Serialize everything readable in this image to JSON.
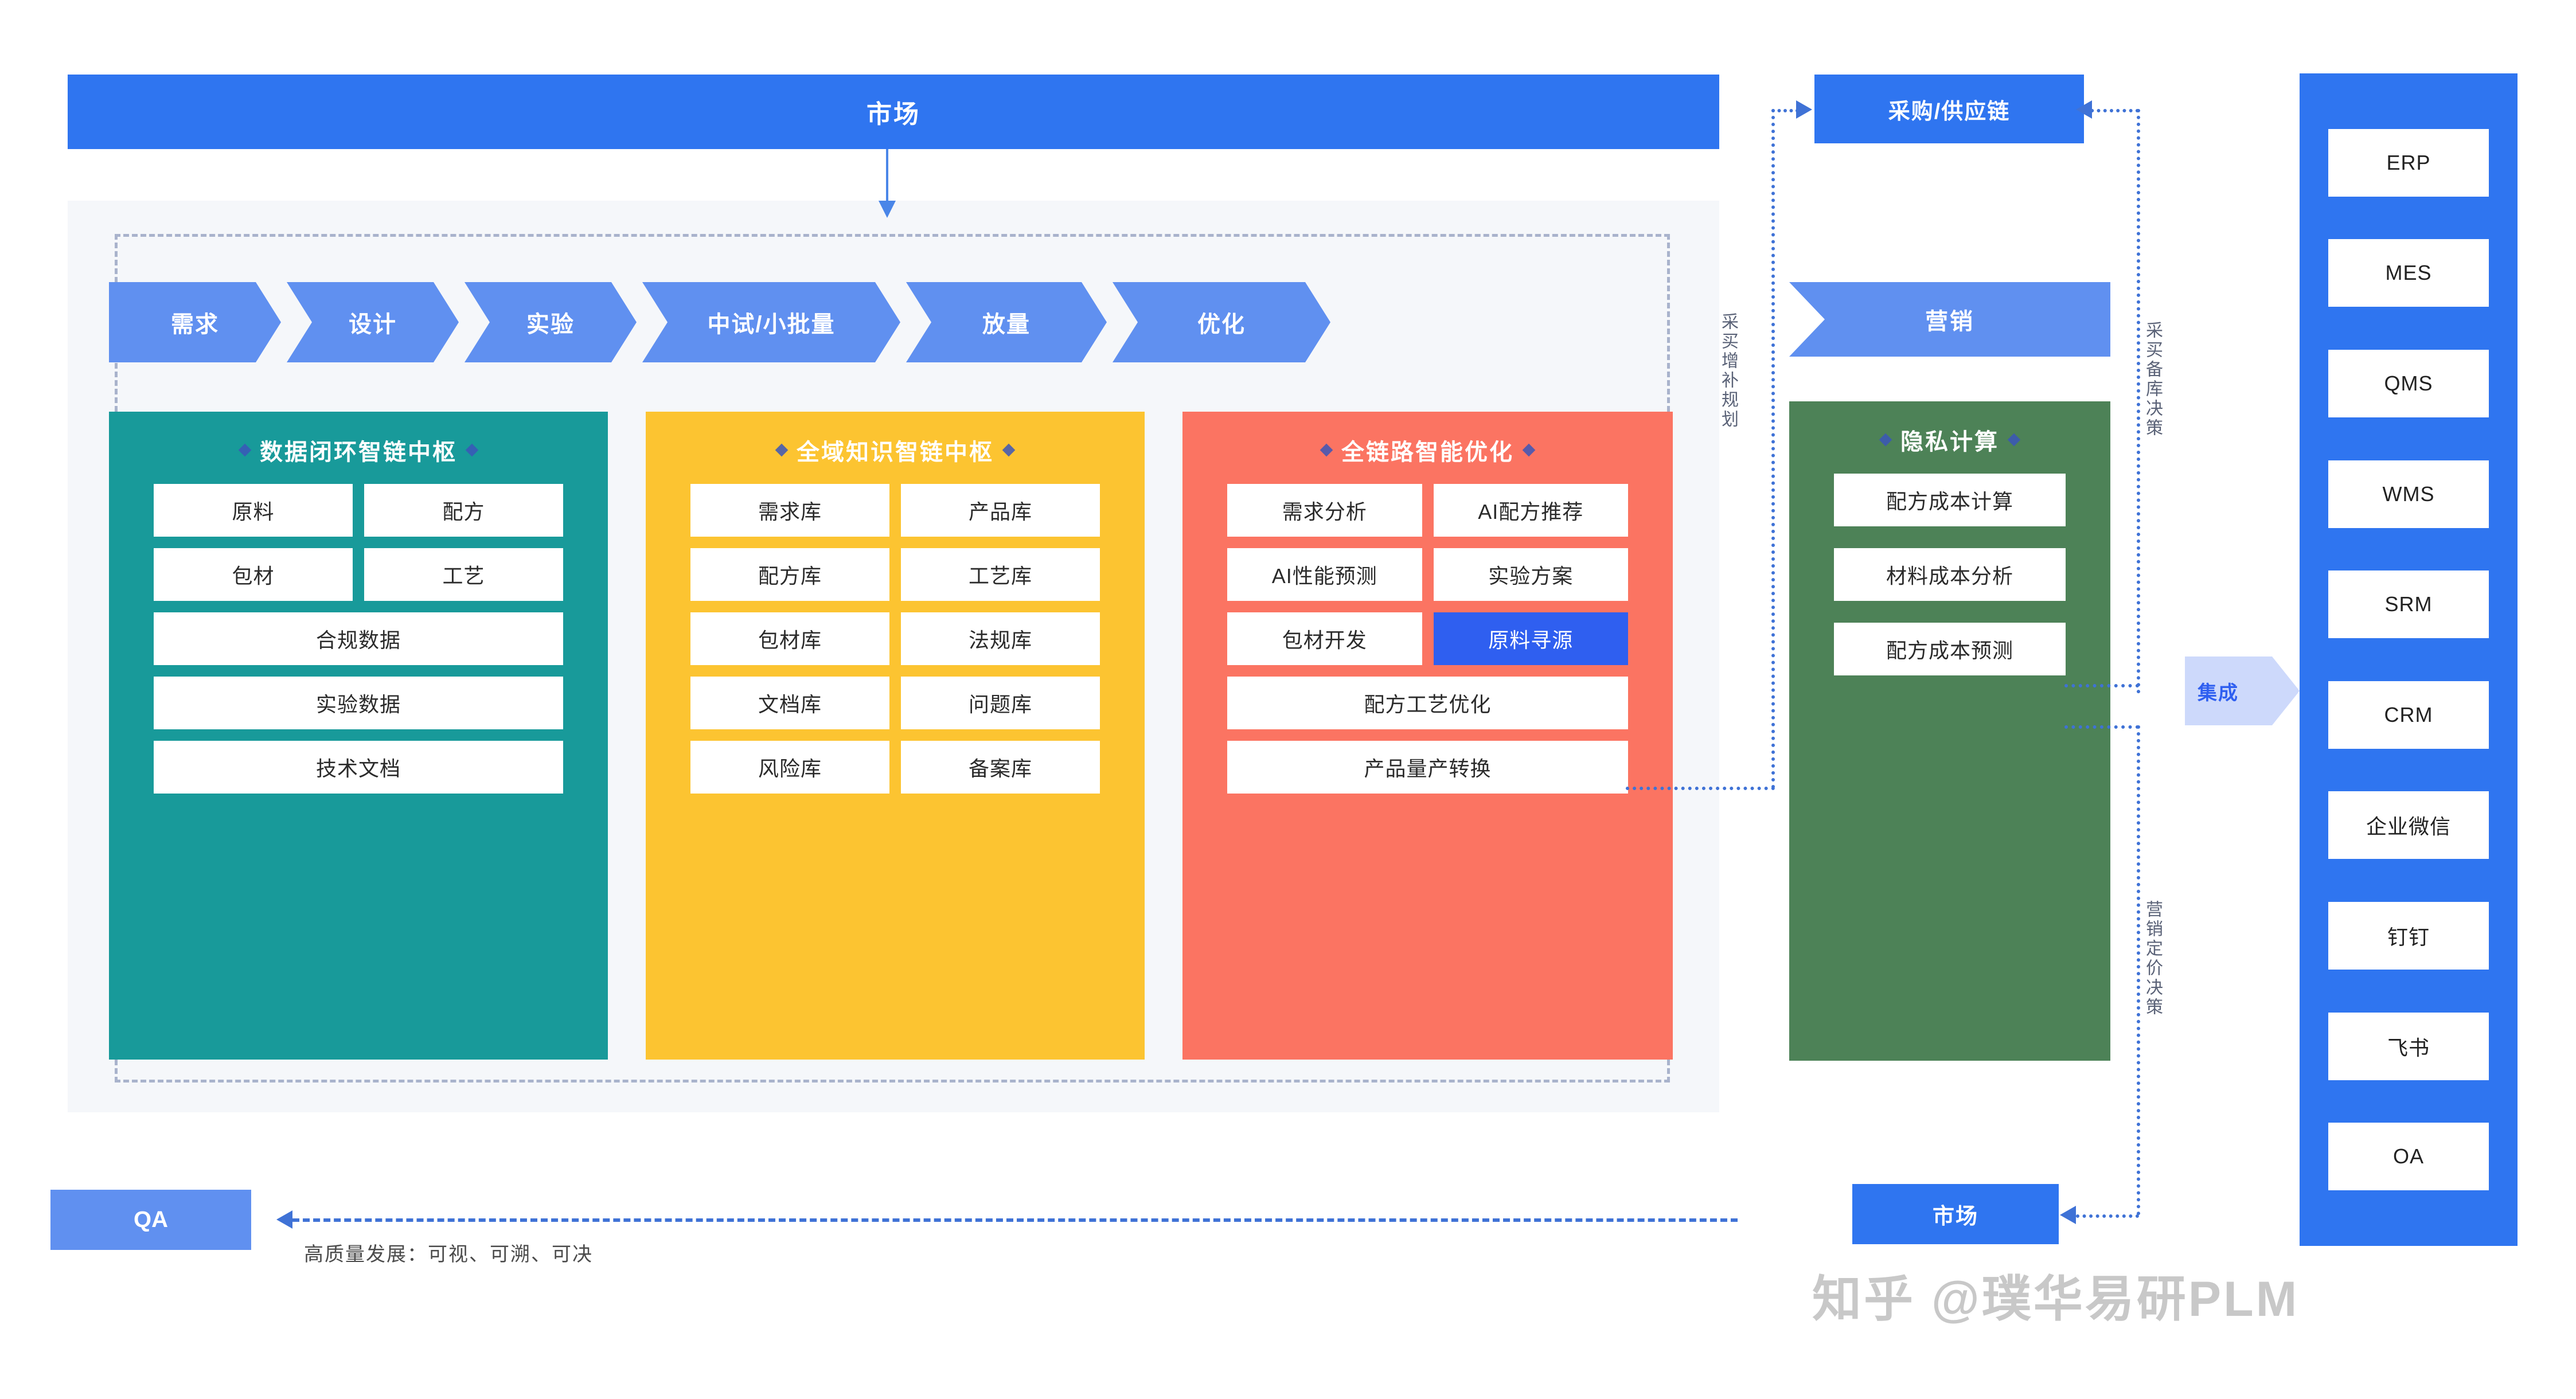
{
  "top": {
    "market_label": "市场",
    "purchase_label": "采购/供应链"
  },
  "stages": [
    {
      "label": "需求"
    },
    {
      "label": "设计"
    },
    {
      "label": "实验"
    },
    {
      "label": "中试/小批量"
    },
    {
      "label": "放量"
    },
    {
      "label": "优化"
    }
  ],
  "marketing_stage": {
    "label": "营销"
  },
  "panels": {
    "data_hub": {
      "title": "数据闭环智链中枢",
      "color": "#189a9a",
      "items": [
        {
          "label": "原料",
          "span": "half"
        },
        {
          "label": "配方",
          "span": "half"
        },
        {
          "label": "包材",
          "span": "half"
        },
        {
          "label": "工艺",
          "span": "half"
        },
        {
          "label": "合规数据",
          "span": "full"
        },
        {
          "label": "实验数据",
          "span": "full"
        },
        {
          "label": "技术文档",
          "span": "full"
        }
      ]
    },
    "knowledge_hub": {
      "title": "全域知识智链中枢",
      "color": "#fcc431",
      "items": [
        {
          "label": "需求库",
          "span": "half"
        },
        {
          "label": "产品库",
          "span": "half"
        },
        {
          "label": "配方库",
          "span": "half"
        },
        {
          "label": "工艺库",
          "span": "half"
        },
        {
          "label": "包材库",
          "span": "half"
        },
        {
          "label": "法规库",
          "span": "half"
        },
        {
          "label": "文档库",
          "span": "half"
        },
        {
          "label": "问题库",
          "span": "half"
        },
        {
          "label": "风险库",
          "span": "half"
        },
        {
          "label": "备案库",
          "span": "half"
        }
      ]
    },
    "optimization": {
      "title": "全链路智能优化",
      "color": "#fb7462",
      "items": [
        {
          "label": "需求分析",
          "span": "half",
          "accent": false
        },
        {
          "label": "AI配方推荐",
          "span": "half",
          "accent": false
        },
        {
          "label": "AI性能预测",
          "span": "half",
          "accent": false
        },
        {
          "label": "实验方案",
          "span": "half",
          "accent": false
        },
        {
          "label": "包材开发",
          "span": "half",
          "accent": false
        },
        {
          "label": "原料寻源",
          "span": "half",
          "accent": true
        },
        {
          "label": "配方工艺优化",
          "span": "full",
          "accent": false
        },
        {
          "label": "产品量产转换",
          "span": "full",
          "accent": false
        }
      ]
    },
    "privacy": {
      "title": "隐私计算",
      "color": "#4d8257",
      "items": [
        {
          "label": "配方成本计算",
          "span": "full"
        },
        {
          "label": "材料成本分析",
          "span": "full"
        },
        {
          "label": "配方成本预测",
          "span": "full"
        }
      ]
    }
  },
  "vertical_labels": {
    "purchase_plan": "采买增补规划",
    "stock_decision": "采买备库决策",
    "pricing_decision": "营销定价决策"
  },
  "integration": {
    "label": "集成"
  },
  "systems": [
    {
      "label": "ERP"
    },
    {
      "label": "MES"
    },
    {
      "label": "QMS"
    },
    {
      "label": "WMS"
    },
    {
      "label": "SRM"
    },
    {
      "label": "CRM"
    },
    {
      "label": "企业微信"
    },
    {
      "label": "钉钉"
    },
    {
      "label": "飞书"
    },
    {
      "label": "OA"
    }
  ],
  "bottom": {
    "qa_label": "QA",
    "market_label": "市场",
    "note": "高质量发展：可视、可溯、可决",
    "watermark": "知乎 @璞华易研PLM"
  },
  "colors": {
    "primary_blue": "#2f75f0",
    "light_blue": "#6090f0",
    "teal": "#189a9a",
    "yellow": "#fcc431",
    "coral": "#fb7462",
    "green": "#4d8257",
    "grey_bg": "#f5f7fa",
    "connector": "#3f72d6"
  }
}
